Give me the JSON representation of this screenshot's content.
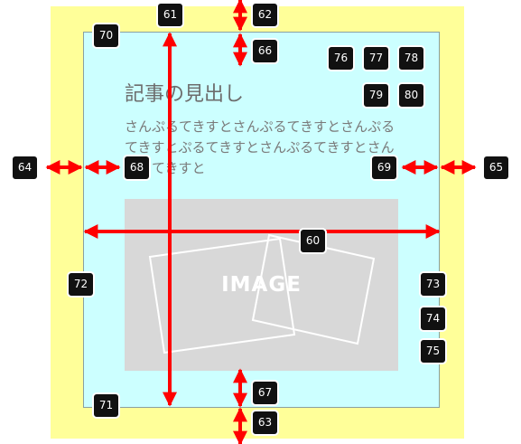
{
  "article": {
    "heading": "記事の見出し",
    "body": "さんぷるてきすとさんぷるてきすとさんぷるてきすとぷるてきすとさんぷるてきすとさんぷるてきすと",
    "image_label": "IMAGE"
  },
  "badges": {
    "b60": "60",
    "b61": "61",
    "b62": "62",
    "b63": "63",
    "b64": "64",
    "b65": "65",
    "b66": "66",
    "b67": "67",
    "b68": "68",
    "b69": "69",
    "b70": "70",
    "b71": "71",
    "b72": "72",
    "b73": "73",
    "b74": "74",
    "b75": "75",
    "b76": "76",
    "b77": "77",
    "b78": "78",
    "b79": "79",
    "b80": "80"
  },
  "colors": {
    "margin": "#ffff99",
    "content": "#ccffff",
    "arrow": "#ff0000",
    "badge": "#111111",
    "placeholder": "#d8d8d8"
  }
}
